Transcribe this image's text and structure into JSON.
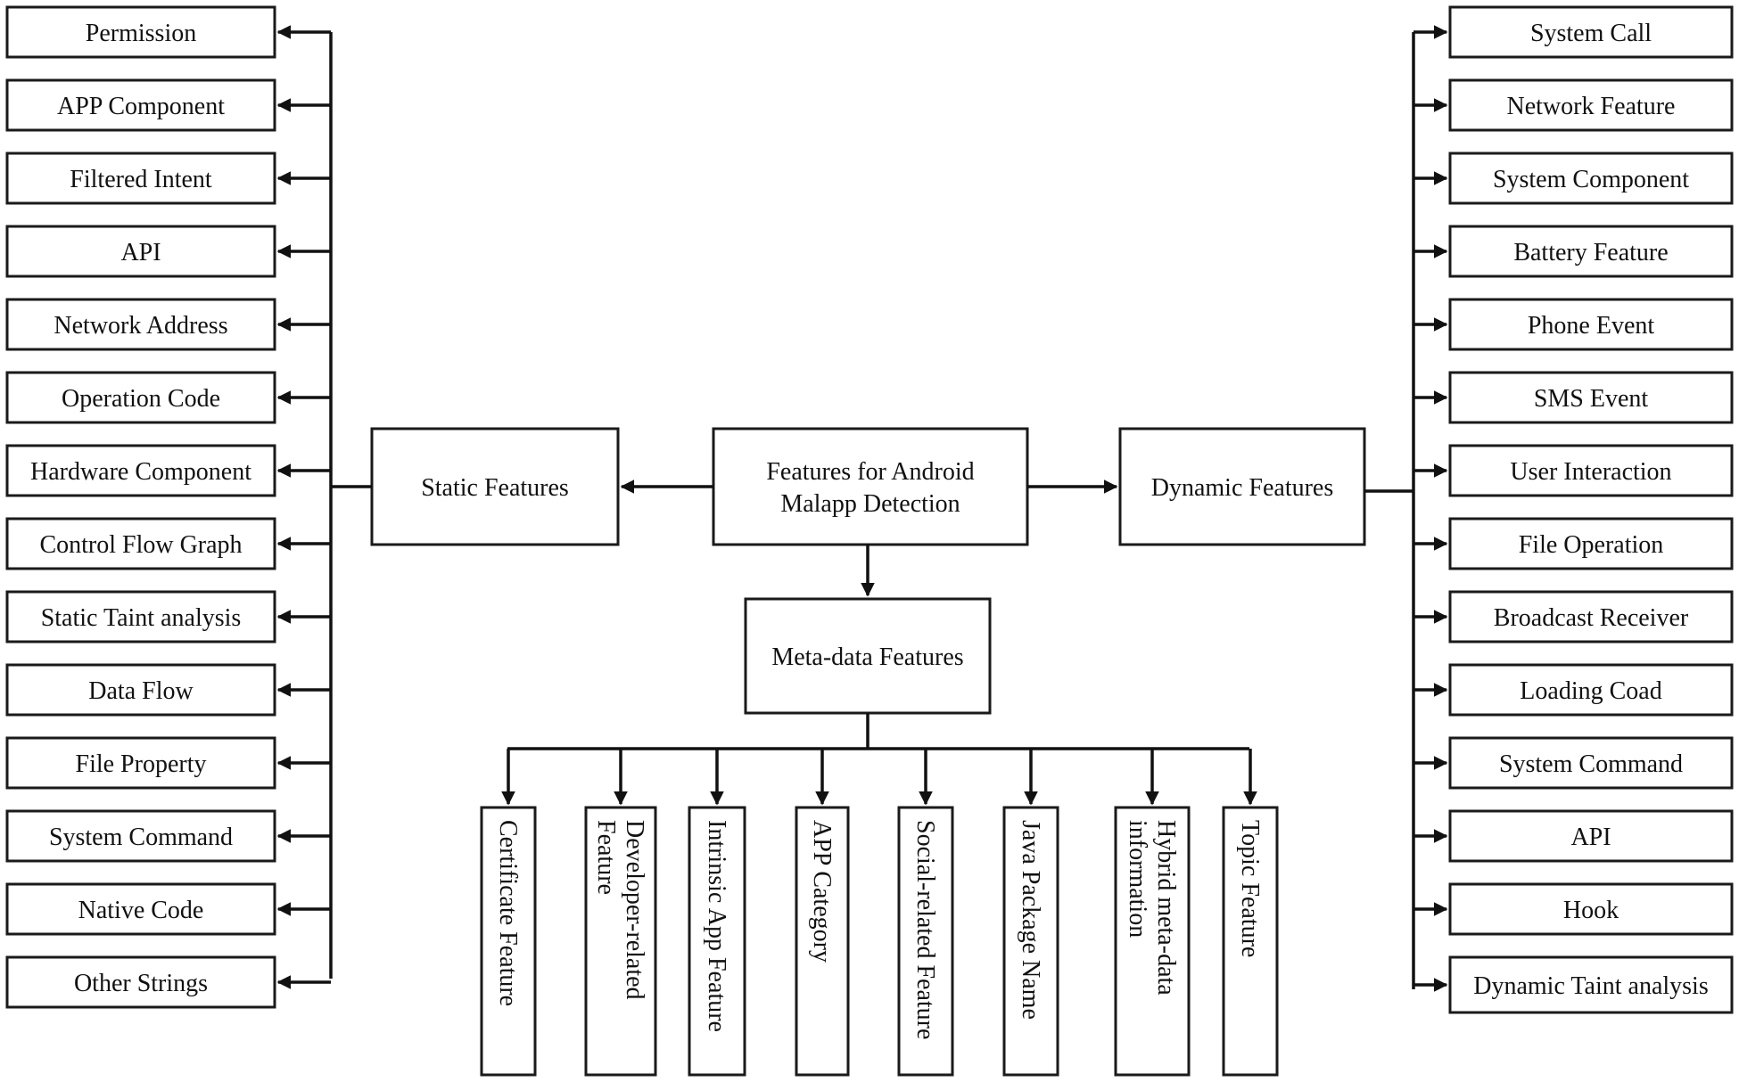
{
  "center": {
    "line1": "Features for Android",
    "line2": "Malapp Detection"
  },
  "static_title": "Static Features",
  "dynamic_title": "Dynamic Features",
  "meta_title": "Meta-data Features",
  "static_items": [
    "Permission",
    "APP Component",
    "Filtered Intent",
    "API",
    "Network Address",
    "Operation Code",
    "Hardware Component",
    "Control Flow Graph",
    "Static Taint analysis",
    "Data Flow",
    "File Property",
    "System Command",
    "Native Code",
    "Other Strings"
  ],
  "dynamic_items": [
    "System Call",
    "Network Feature",
    "System Component",
    "Battery Feature",
    "Phone Event",
    "SMS Event",
    "User Interaction",
    "File Operation",
    "Broadcast Receiver",
    "Loading Coad",
    "System Command",
    "API",
    "Hook",
    "Dynamic Taint analysis"
  ],
  "meta_items": [
    [
      "Certificate Feature"
    ],
    [
      "Developer-related",
      "Feature"
    ],
    [
      "Intrinsic App Feature"
    ],
    [
      "APP Category"
    ],
    [
      "Social-related Feature"
    ],
    [
      "Java Package Name"
    ],
    [
      "Hybrid meta-data",
      "information"
    ],
    [
      "Topic Feature"
    ]
  ]
}
